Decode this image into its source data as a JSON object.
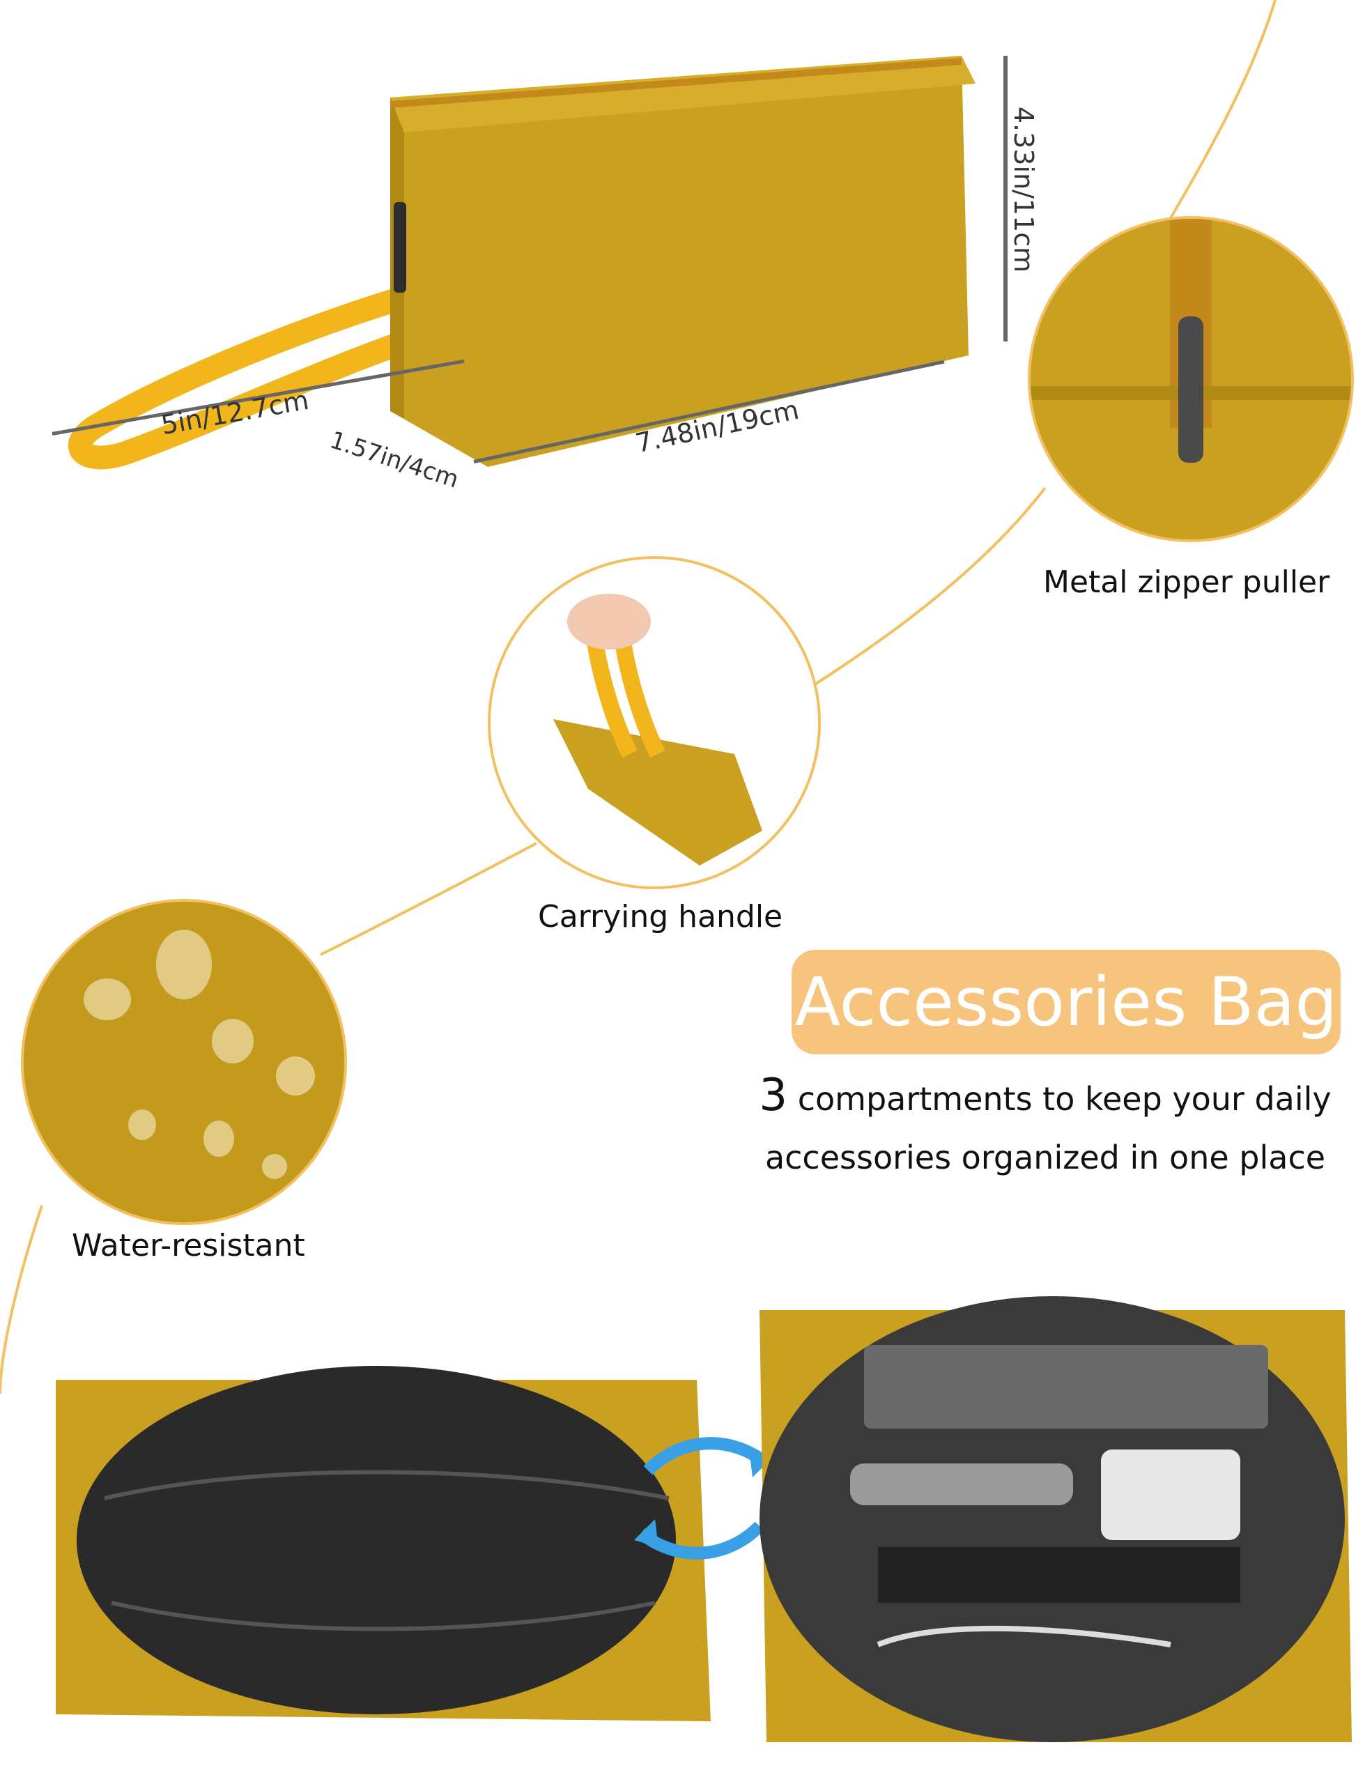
{
  "dimensions": {
    "height": "4.33in/11cm",
    "handle_length": "5in/12.7cm",
    "depth": "1.57in/4cm",
    "width": "7.48in/19cm"
  },
  "features": {
    "zipper": "Metal zipper puller",
    "handle": "Carrying handle",
    "water": "Water-resistant"
  },
  "headline": "Accessories Bag",
  "description": {
    "number": "3",
    "line1": "compartments to keep your daily",
    "line2": "accessories organized in one place"
  },
  "colors": {
    "bag_yellow": "#c9a020",
    "accent_orange": "#f6c47c",
    "connector_line": "#f2c061"
  }
}
